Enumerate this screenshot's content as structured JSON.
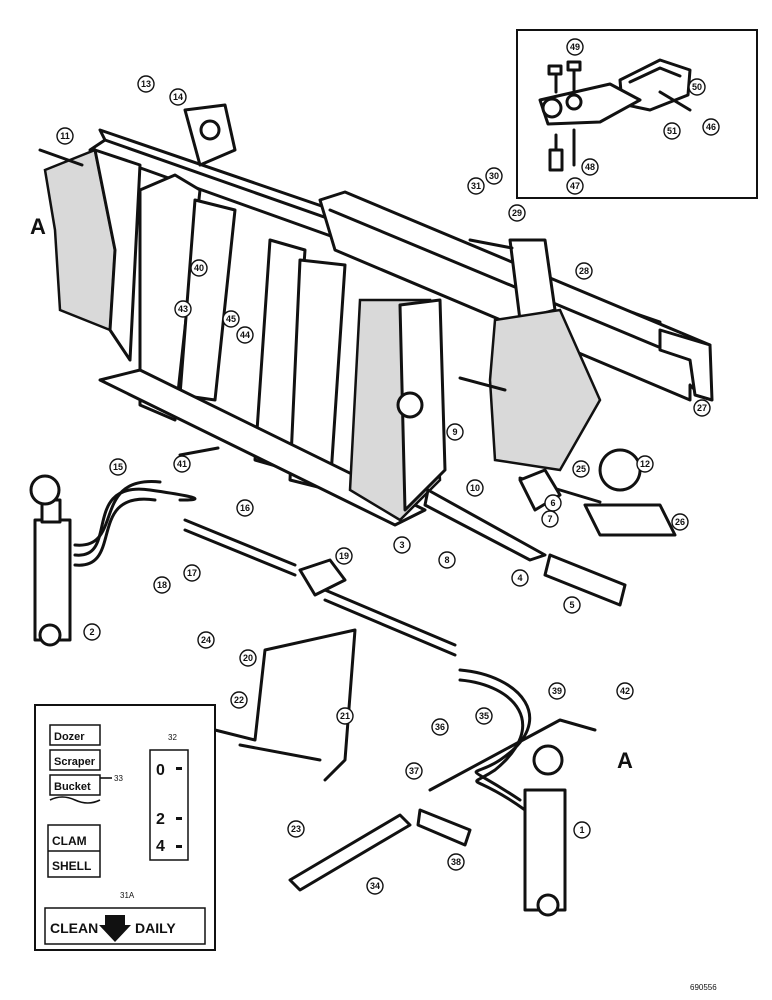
{
  "figure": {
    "reference_code": "690556",
    "section_marker": "A"
  },
  "decals": {
    "dozer_scraper_bucket": [
      "Dozer",
      "Scraper",
      "Bucket"
    ],
    "dozer_label_ref": "33",
    "gauge_scale": [
      "0",
      "2",
      "4"
    ],
    "gauge_ref": "32",
    "clam_shell": [
      "CLAM",
      "SHELL"
    ],
    "clean_daily": {
      "left": "CLEAN",
      "right": "DAILY",
      "ref": "31A"
    }
  },
  "callouts": [
    "1",
    "2",
    "3",
    "4",
    "5",
    "6",
    "7",
    "8",
    "9",
    "10",
    "11",
    "12",
    "13",
    "14",
    "15",
    "16",
    "17",
    "18",
    "19",
    "20",
    "21",
    "22",
    "23",
    "24",
    "25",
    "26",
    "27",
    "28",
    "29",
    "30",
    "31",
    "34",
    "35",
    "36",
    "37",
    "38",
    "39",
    "40",
    "41",
    "42",
    "43",
    "44",
    "45",
    "46",
    "47",
    "48",
    "49",
    "50",
    "51"
  ]
}
